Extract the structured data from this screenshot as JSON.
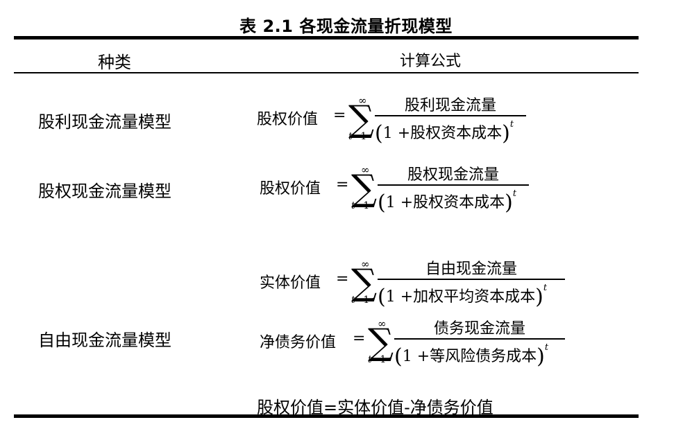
{
  "caption": "表 2.1  各现金流量折现模型",
  "header": {
    "kind": "种类",
    "formula": "计算公式"
  },
  "rows": [
    {
      "kind": "股利现金流量模型",
      "formulas": [
        {
          "lhs": "股权价值",
          "eq": "=",
          "sum_upper": "∞",
          "sum_lower_var": "t",
          "sum_lower_rest": "=1",
          "numerator": "股利现金流量",
          "denominator_one": "1 +",
          "denominator_text": "股权资本成本",
          "exponent": "t"
        }
      ]
    },
    {
      "kind": "股权现金流量模型",
      "formulas": [
        {
          "lhs": "股权价值",
          "eq": "=",
          "sum_upper": "∞",
          "sum_lower_var": "t",
          "sum_lower_rest": "=1",
          "numerator": "股权现金流量",
          "denominator_one": "1 +",
          "denominator_text": "股权资本成本",
          "exponent": "t"
        }
      ]
    },
    {
      "kind": "自由现金流量模型",
      "formulas": [
        {
          "lhs": "实体价值",
          "eq": "=",
          "sum_upper": "∞",
          "sum_lower_var": "t",
          "sum_lower_rest": "=1",
          "numerator": "自由现金流量",
          "denominator_one": "1 +",
          "denominator_text": "加权平均资本成本",
          "exponent": "t"
        },
        {
          "lhs": "净债务价值",
          "eq": "=",
          "sum_upper": "∞",
          "sum_lower_var": "t",
          "sum_lower_rest": "=1",
          "numerator": "债务现金流量",
          "denominator_one": "1 +",
          "denominator_text": "等风险债务成本",
          "exponent": "t"
        }
      ],
      "relation": "股权价值=实体价值-净债务价值"
    }
  ]
}
